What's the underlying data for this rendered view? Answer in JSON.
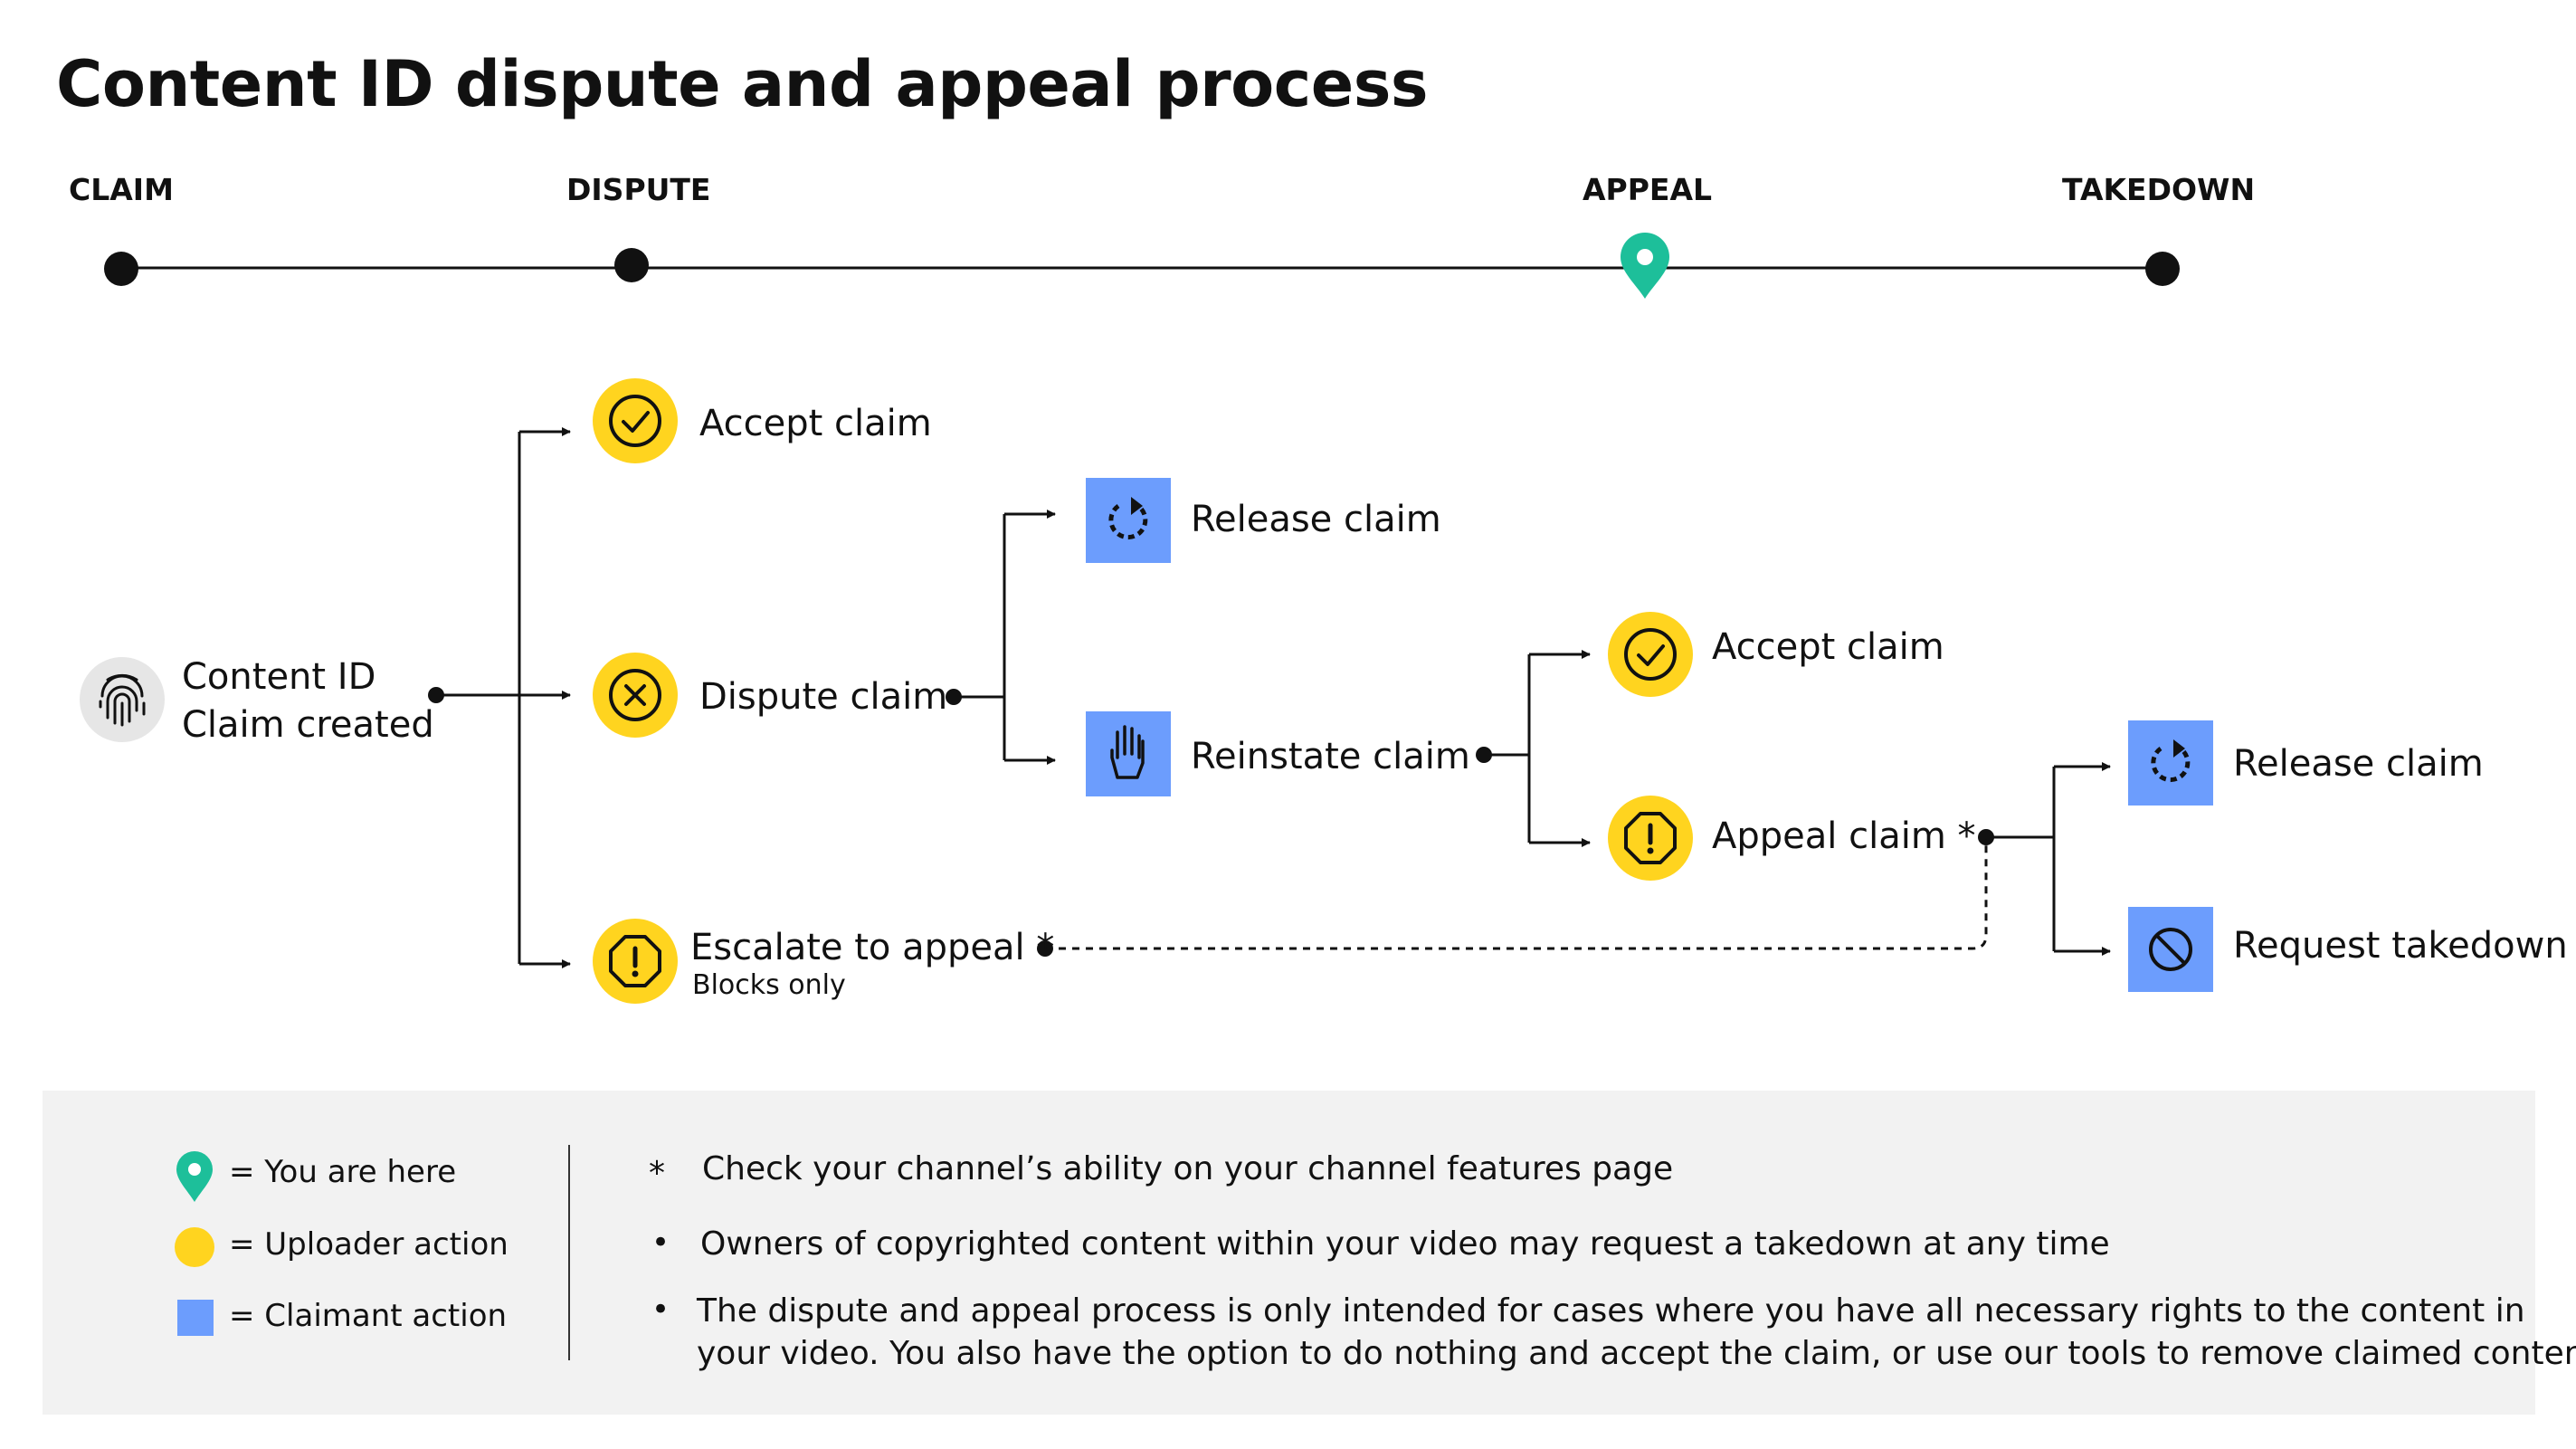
{
  "title": "Content ID dispute and appeal process",
  "stages": [
    "CLAIM",
    "DISPUTE",
    "APPEAL",
    "TAKEDOWN"
  ],
  "colors": {
    "uploader": "#FFD41F",
    "claimant": "#6C9DFD",
    "you_are_here": "#1DBF9A",
    "start_icon_bg": "#E6E6E6",
    "legend_bg": "#F2F2F2"
  },
  "nodes": {
    "start_line1": "Content ID",
    "start_line2": "Claim created",
    "accept1": "Accept claim",
    "dispute": "Dispute claim",
    "escalate": "Escalate to appeal",
    "escalate_sub": "Blocks only",
    "release1": "Release claim",
    "reinstate": "Reinstate claim",
    "accept2": "Accept claim",
    "appeal": "Appeal claim",
    "release2": "Release claim",
    "takedown": "Request takedown"
  },
  "star": "*",
  "legend": {
    "here": "= You are here",
    "uploader": "= Uploader action",
    "claimant": "= Claimant action"
  },
  "notes": {
    "star_note": "Check your channel’s ability on your channel features page",
    "bullet_symbol": "•",
    "note1": "Owners of copyrighted content within your video may request a takedown at any time",
    "note2_line1": "The dispute and appeal process is only intended for cases where you have all necessary rights to the content in",
    "note2_line2": "your video. You also have the option to do nothing and accept the claim, or use our tools to remove claimed content."
  },
  "icons": {
    "start": "fingerprint-icon",
    "accept": "check-circle-icon",
    "dispute": "x-circle-icon",
    "escalate": "warning-octagon-icon",
    "release": "refresh-dashed-icon",
    "reinstate": "hand-stop-icon",
    "takedown": "prohibited-icon",
    "current_stage": "location-pin-icon"
  }
}
